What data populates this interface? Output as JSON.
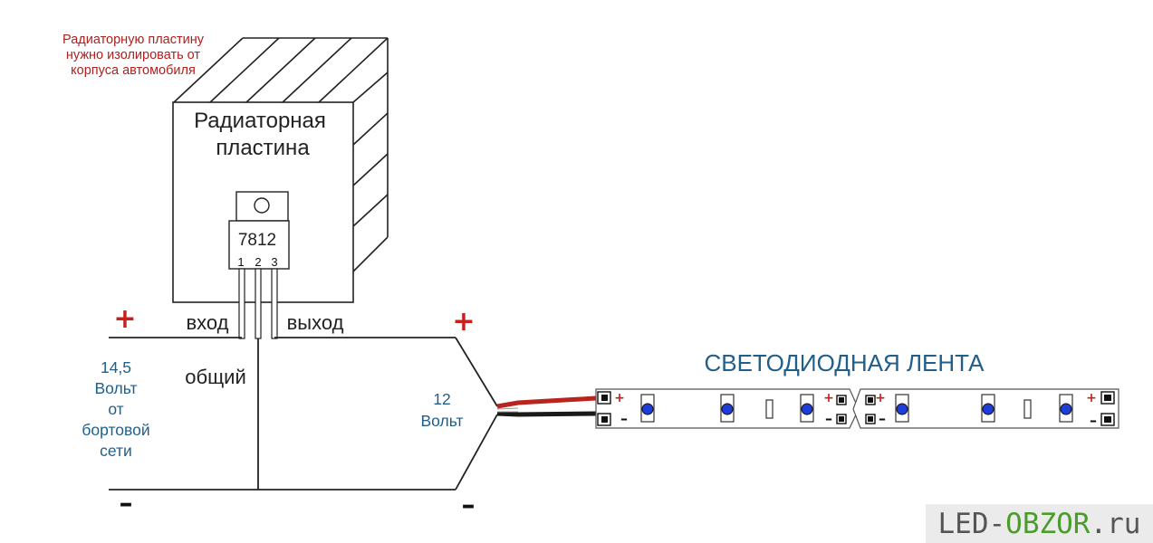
{
  "note": "Радиаторную пластину\nнужно изолировать от\nкорпуса автомобиля",
  "radiator": {
    "title_line1": "Радиаторная",
    "title_line2": "пластина"
  },
  "regulator": {
    "model": "7812",
    "pins": [
      "1",
      "2",
      "3"
    ]
  },
  "wires": {
    "input": "вход",
    "output": "выход",
    "common": "общий"
  },
  "source": {
    "lines": [
      "14,5",
      "Вольт",
      "от",
      "бортовой",
      "сети"
    ]
  },
  "output_voltage": {
    "lines": [
      "12",
      "Вольт"
    ]
  },
  "polarity": {
    "plus": "+",
    "minus": "–"
  },
  "strip": {
    "title": "СВЕТОДИОДНАЯ ЛЕНТА",
    "plus": "+",
    "minus": "–"
  },
  "watermark": {
    "part1": "LED-",
    "part2": "OBZOR",
    "part3": ".ru"
  },
  "colors": {
    "note": "#b0201c",
    "labels": "#1f5f8a",
    "plus": "#c9201c",
    "wire_red": "#b8251e",
    "led": "#1d3ed8",
    "watermark_green": "#4a9d2a"
  }
}
